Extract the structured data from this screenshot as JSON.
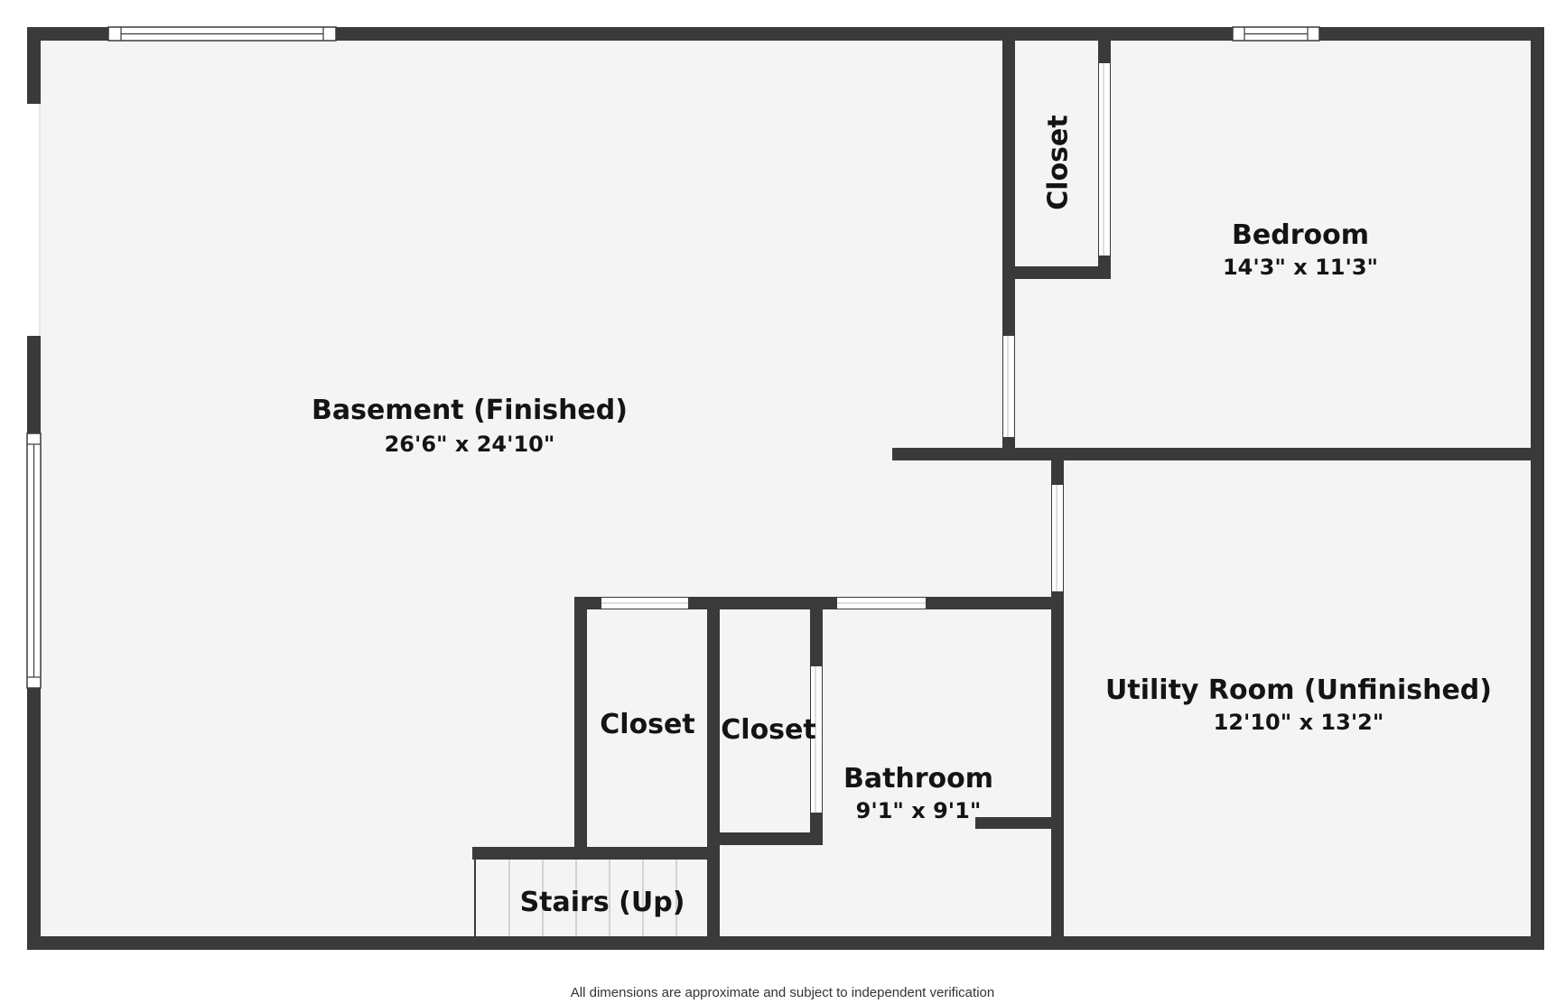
{
  "rooms": {
    "basement": {
      "name": "Basement (Finished)",
      "dims": "26'6\" x 24'10\""
    },
    "bedroom": {
      "name": "Bedroom",
      "dims": "14'3\" x 11'3\""
    },
    "utility": {
      "name": "Utility Room (Unfinished)",
      "dims": "12'10\" x 13'2\""
    },
    "bathroom": {
      "name": "Bathroom",
      "dims": "9'1\" x 9'1\""
    },
    "closet_bedroom": {
      "name": "Closet"
    },
    "closet_left": {
      "name": "Closet"
    },
    "closet_right": {
      "name": "Closet"
    },
    "stairs": {
      "name": "Stairs (Up)"
    }
  },
  "footer": {
    "note": "All dimensions are approximate and subject to independent verification"
  },
  "colors": {
    "wall": "#3a3a3a",
    "floor": "#f4f4f4",
    "background": "#ffffff",
    "opening": "#ffffff",
    "stair_line": "#c8c8c8"
  }
}
